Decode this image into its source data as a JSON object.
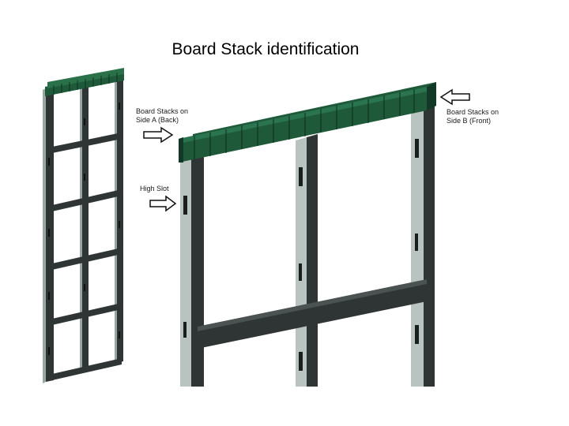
{
  "slide": {
    "title": "Board Stack identification"
  },
  "labels": {
    "side_a_line1": "Board Stacks on",
    "side_a_line2": "Side A (Back)",
    "high_slot": "High Slot",
    "side_b_line1": "Board Stacks on",
    "side_b_line2": "Side B (Front)"
  },
  "colors": {
    "frame_light": "#b9c4c0",
    "frame_dark": "#2f3534",
    "stack_green": "#1e5a3a",
    "stack_dark": "#123826"
  }
}
